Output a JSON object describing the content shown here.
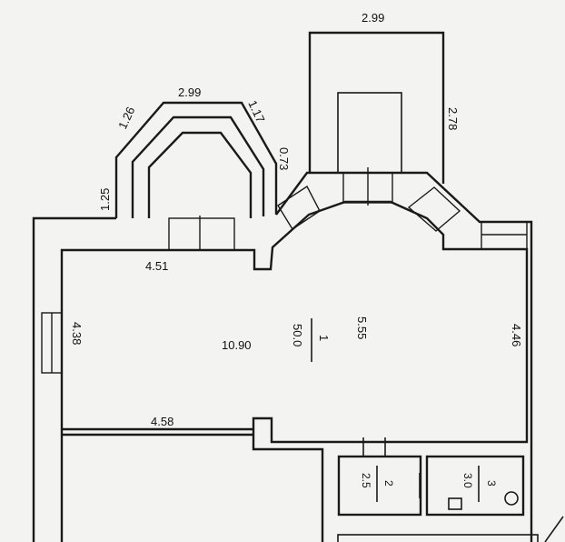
{
  "plan": {
    "dimensions": {
      "annex_top": "2.99",
      "annex_right": "2.78",
      "bay_top": "2.99",
      "bay_upper_left": "1.26",
      "bay_upper_right": "1.17",
      "bay_right_lower": "0.73",
      "bay_left_lower": "1.25",
      "room_top_left": "4.51",
      "room_left": "4.38",
      "room_center": "10.90",
      "room_center_vertical": "5.55",
      "room_right": "4.46",
      "room_bottom": "4.58"
    },
    "rooms": [
      {
        "number": "1",
        "area": "50.0"
      },
      {
        "number": "2",
        "area": "2.5"
      },
      {
        "number": "3",
        "area": "3.0"
      }
    ]
  }
}
